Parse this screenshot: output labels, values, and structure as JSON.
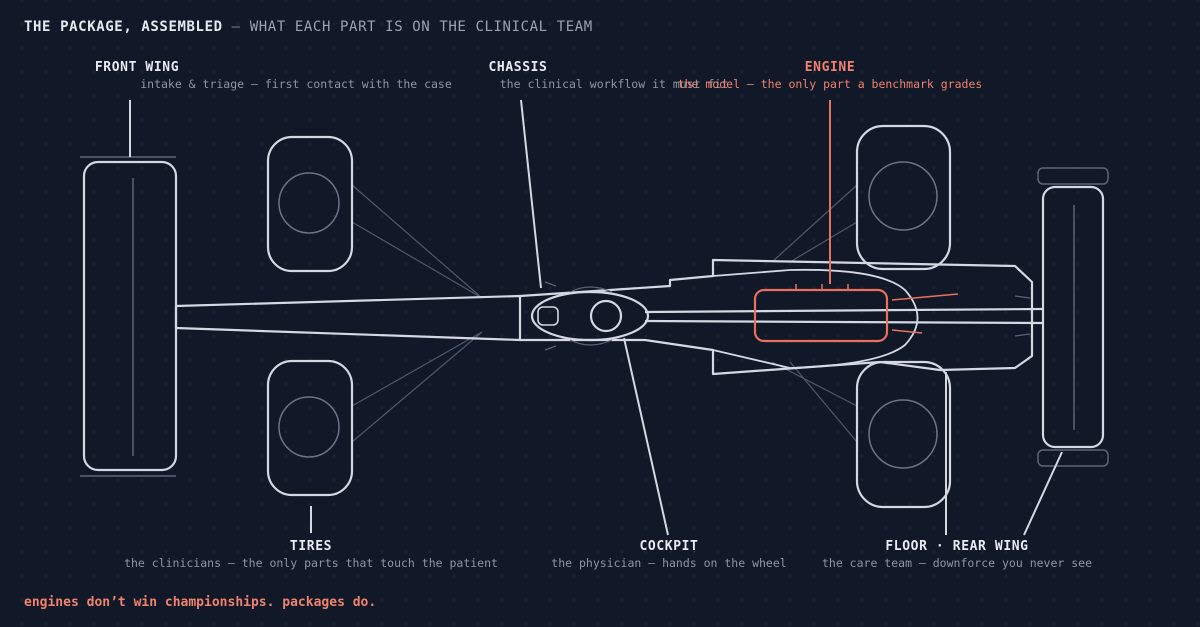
{
  "header": {
    "title": "THE PACKAGE, ASSEMBLED",
    "separator": "—",
    "subtitle": "WHAT EACH PART IS ON THE CLINICAL TEAM"
  },
  "parts": {
    "front_wing": {
      "name": "FRONT WING",
      "desc": "intake & triage — first contact with the case"
    },
    "chassis": {
      "name": "CHASSIS",
      "desc": "the clinical workflow it must fit"
    },
    "engine": {
      "name": "ENGINE",
      "desc": "the model — the only part a benchmark grades"
    },
    "tires": {
      "name": "TIRES",
      "desc": "the clinicians — the only parts that touch the patient"
    },
    "cockpit": {
      "name": "COCKPIT",
      "desc": "the physician — hands on the wheel"
    },
    "floor_rear_wing": {
      "name": "FLOOR · REAR WING",
      "desc": "the care team — downforce you never see"
    }
  },
  "footer": {
    "tagline": "engines don’t win championships. packages do."
  },
  "colors": {
    "background": "#111827",
    "line": "#d3d8e2",
    "muted_line": "#5b6577",
    "accent": "#e8705e"
  }
}
